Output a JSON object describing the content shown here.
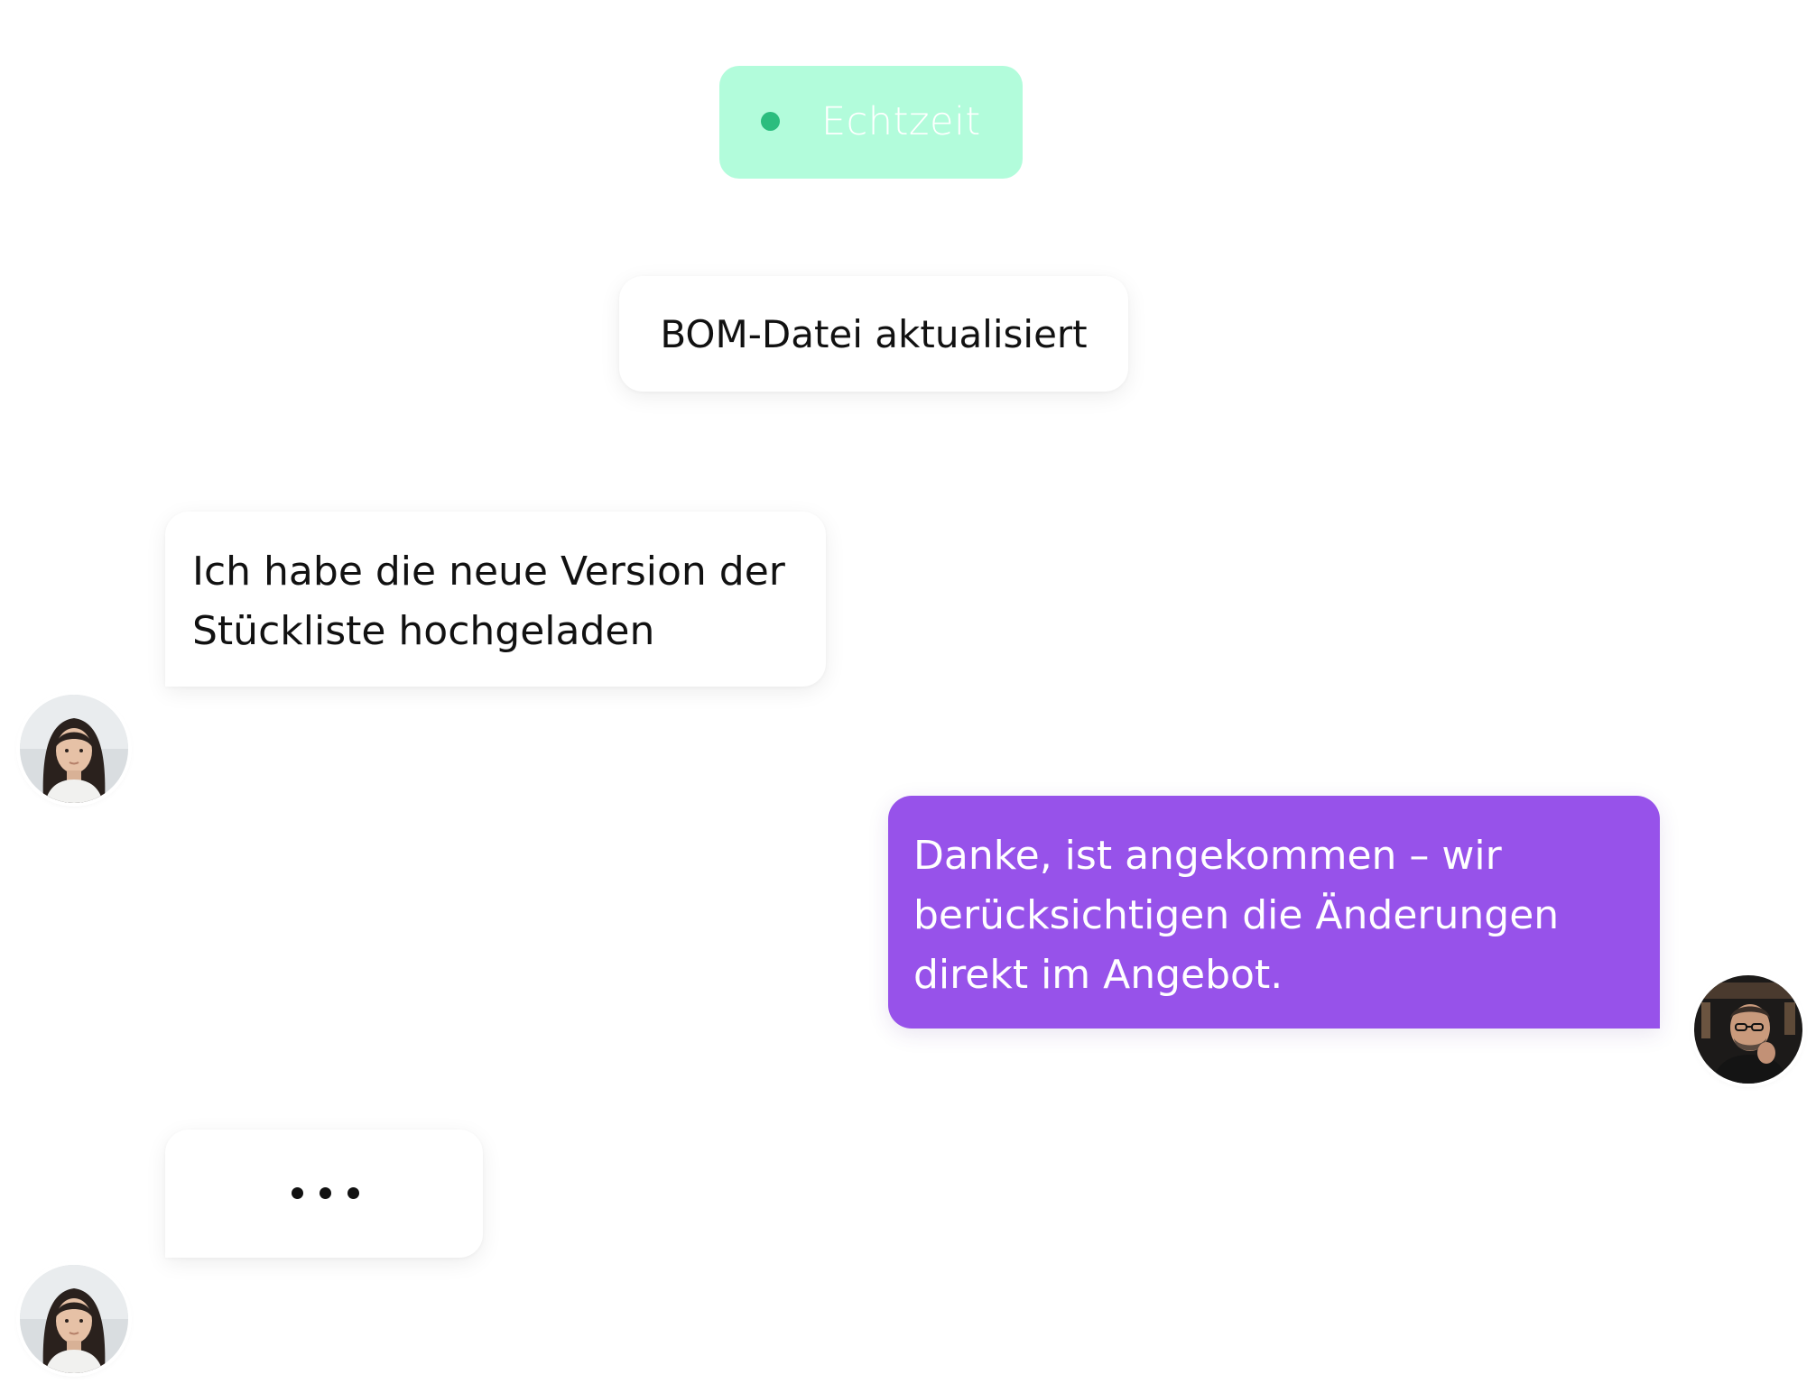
{
  "status": {
    "label": "Echtzeit",
    "accent_color": "#b2fcdb",
    "dot_color": "#2bbd7e"
  },
  "system_event": {
    "text": "BOM-Datei aktualisiert"
  },
  "messages": [
    {
      "sender": "customer",
      "lines": [
        "Ich habe die neue Version der",
        "Stückliste hochgeladen"
      ]
    },
    {
      "sender": "agent",
      "lines": [
        "Danke, ist angekommen – wir",
        "berücksichtigen die Änderungen",
        "direkt im Angebot."
      ],
      "bubble_color": "#9752ea"
    }
  ],
  "typing_indicator": {
    "sender": "customer",
    "icon": "typing-dots-icon"
  },
  "avatars": {
    "customer": "avatar-woman",
    "agent": "avatar-man"
  }
}
